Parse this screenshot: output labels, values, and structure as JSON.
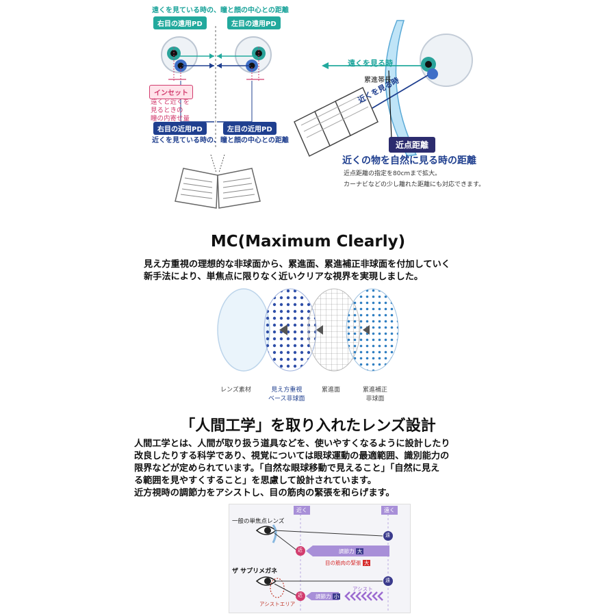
{
  "pd_diagram": {
    "top_caption": "遠くを見ている時の、瞳と顔の中心との距離",
    "right_distance_pd": "右目の遠用PD",
    "left_distance_pd": "左目の遠用PD",
    "inset_label": "インセット",
    "inset_desc": [
      "遠くと近くを",
      "見るときの",
      "瞳の内寄せ量"
    ],
    "right_near_pd": "右目の近用PD",
    "left_near_pd": "左目の近用PD",
    "bottom_caption": "近くを見ている時の、瞳と顔の中心との距離"
  },
  "progressive_diagram": {
    "far_label": "遠くを見る時",
    "corridor_label": "累進帯長",
    "near_label": "近くを見る時",
    "near_point_badge": "近点距離",
    "near_point_title": "近くの物を自然に見る時の距離",
    "note_lines": [
      "近点距離の指定を80cmまで拡大。",
      "カーナビなどの少し離れた距離にも対応できます。"
    ]
  },
  "mc_section": {
    "title": "MC(Maximum Clearly)",
    "body_lines": [
      "見え方重視の理想的な非球面から、累進面、累進補正非球面を付加していく",
      "新手法により、単焦点に限りなく近いクリアな視界を実現しました。"
    ],
    "layer_labels": [
      {
        "lines": [
          "レンズ素材"
        ],
        "color": "#444444"
      },
      {
        "lines": [
          "見え方重視",
          "ベース非球面"
        ],
        "color": "#1f3f8f"
      },
      {
        "lines": [
          "累進面"
        ],
        "color": "#444444"
      },
      {
        "lines": [
          "累進補正",
          "非球面"
        ],
        "color": "#444444"
      }
    ]
  },
  "ergonomics_section": {
    "title": "「人間工学」を取り入れたレンズ設計",
    "body_lines": [
      "人間工学とは、人間が取り扱う道具などを、使いやすくなるように設計したり",
      "改良したりする科学であり、視覚については眼球運動の最適範囲、識別能力の",
      "限界などが定められています。「自然な眼球移動で見えること」「自然に見え",
      "る範囲を見やすくすること」を思慮して設計されています。",
      "近方視時の調節力をアシストし、目の筋肉の緊張を和らげます。"
    ]
  },
  "compare_diagram": {
    "near_header": "近く",
    "far_header": "遠く",
    "single_vision_label": "一般の単焦点レンズ",
    "far_dot": "遠",
    "near_dot": "近",
    "accommodation_large": "調節力",
    "large_mark": "大",
    "tension_label": "目の筋肉の緊張",
    "tension_mark": "大",
    "product_label": "ザ サプリメガネ",
    "assist_label": "アシスト",
    "assist_area_label": "アシストエリア",
    "accommodation_small": "調節力",
    "small_mark": "小"
  },
  "colors": {
    "teal": "#22a99d",
    "navy": "#1f3f8f",
    "pink": "#d23c6e",
    "red": "#d62b2b",
    "lavender": "#8a78c8"
  }
}
